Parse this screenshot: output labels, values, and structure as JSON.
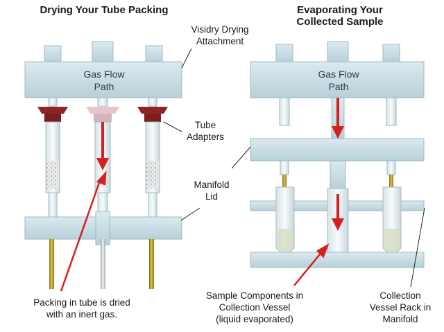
{
  "left_panel": {
    "title": "Drying Your Tube Packing",
    "block_label_line1": "Gas Flow",
    "block_label_line2": "Path"
  },
  "right_panel": {
    "title_line1": "Evaporating Your",
    "title_line2": "Collected Sample",
    "block_label_line1": "Gas Flow",
    "block_label_line2": "Path"
  },
  "callouts": {
    "attachment_line1": "Visidry Drying",
    "attachment_line2": "Attachment",
    "tube_adapters_line1": "Tube",
    "tube_adapters_line2": "Adapters",
    "manifold_lid_line1": "Manifold",
    "manifold_lid_line2": "Lid",
    "packing_line1": "Packing in tube is dried",
    "packing_line2": "with an inert gas.",
    "sample_line1": "Sample Components in",
    "sample_line2": "Collection Vessel",
    "sample_line3": "(liquid evaporated)",
    "rack_line1": "Collection",
    "rack_line2": "Vessel Rack in",
    "rack_line3": "Manifold"
  },
  "colors": {
    "block_fill": "#c9dfe6",
    "block_stroke": "#9db9c3",
    "arrow": "#d4201f",
    "adapter_dark": "#8e2424",
    "adapter_light": "#e3c6ca",
    "brass": "#b39223"
  }
}
